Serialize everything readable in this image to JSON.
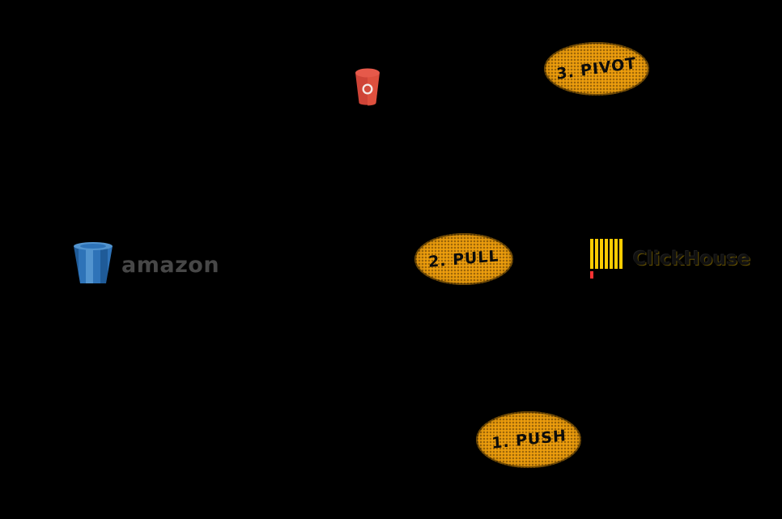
{
  "canvas": {
    "width": "966",
    "height": "641",
    "background": "#000000"
  },
  "diagram": {
    "type": "architecture-flow",
    "sources": {
      "s3_top": {
        "icon": "aws-s3-bucket"
      },
      "amazon": {
        "label": "amazon"
      },
      "clickhouse": {
        "label": "ClickHouse"
      }
    },
    "steps": [
      {
        "order": 1,
        "label": "1. PUSH"
      },
      {
        "order": 2,
        "label": "2. PULL"
      },
      {
        "order": 3,
        "label": "3. PIVOT"
      }
    ],
    "colors": {
      "step_ellipse": "#ED9E0E",
      "step_text": "#0C0C0C",
      "s3_red": "#CF4437",
      "s3_red_light": "#E6594A",
      "amazon_blue_dark": "#1F5B98",
      "amazon_blue_mid": "#2E73B8",
      "amazon_blue_light": "#5294CF",
      "amazon_text": "#474747",
      "clickhouse_yellow": "#FFCC01",
      "clickhouse_red": "#FF3333",
      "background": "#000000"
    }
  }
}
